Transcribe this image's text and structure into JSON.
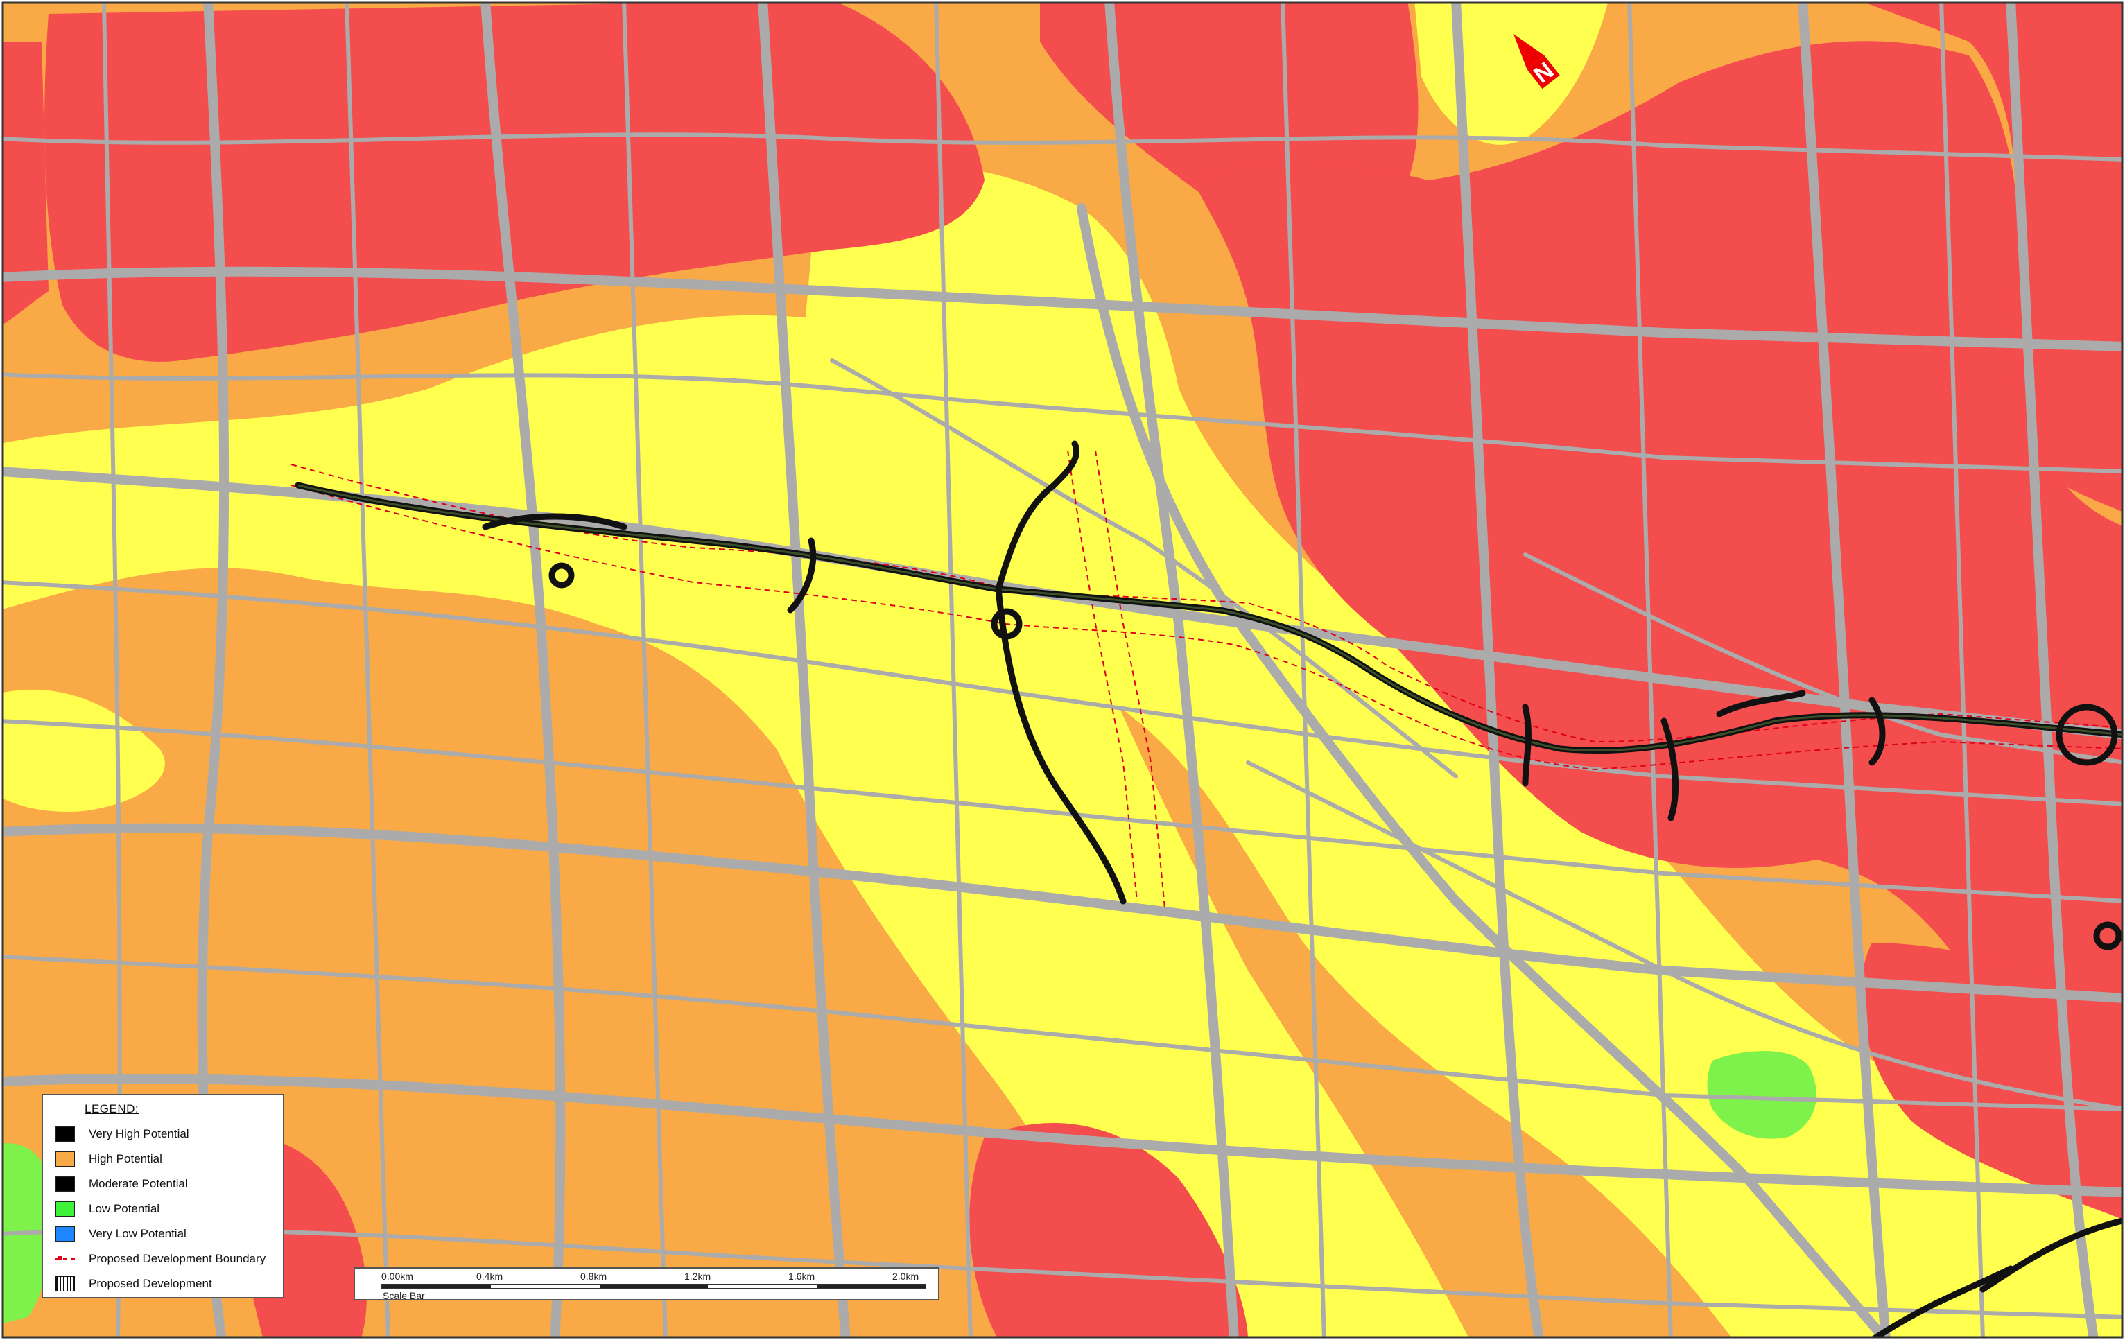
{
  "colors": {
    "very_high": "#f44d4d",
    "high": "#f9a946",
    "moderate": "#ffff4f",
    "low": "#7ef24a",
    "very_low": "#1d86ff",
    "roads": "#ababab",
    "scheme": "#111111",
    "scheme_inner": "#3b4f2a",
    "boundary": "#e0001a",
    "north_arrow": "#ee0000"
  },
  "north_arrow": {
    "icon": "north-arrow-icon",
    "letter": "N"
  },
  "legend": {
    "title": "LEGEND:",
    "items": [
      {
        "label": "Very High Potential",
        "swatch_color": "#000000"
      },
      {
        "label": "High Potential",
        "swatch_color": "#f9a946"
      },
      {
        "label": "Moderate Potential",
        "swatch_color": "#000000"
      },
      {
        "label": "Low Potential",
        "swatch_color": "#3ef23a"
      },
      {
        "label": "Very Low Potential",
        "swatch_color": "#1d86ff"
      },
      {
        "label": "Proposed Development Boundary",
        "swatch_type": "boundary"
      },
      {
        "label": "Proposed Development",
        "swatch_type": "development"
      }
    ]
  },
  "scale_bar": {
    "labels": [
      "0.00km",
      "0.4km",
      "0.8km",
      "1.2km",
      "1.6km",
      "2.0km"
    ],
    "caption": "Scale Bar"
  }
}
